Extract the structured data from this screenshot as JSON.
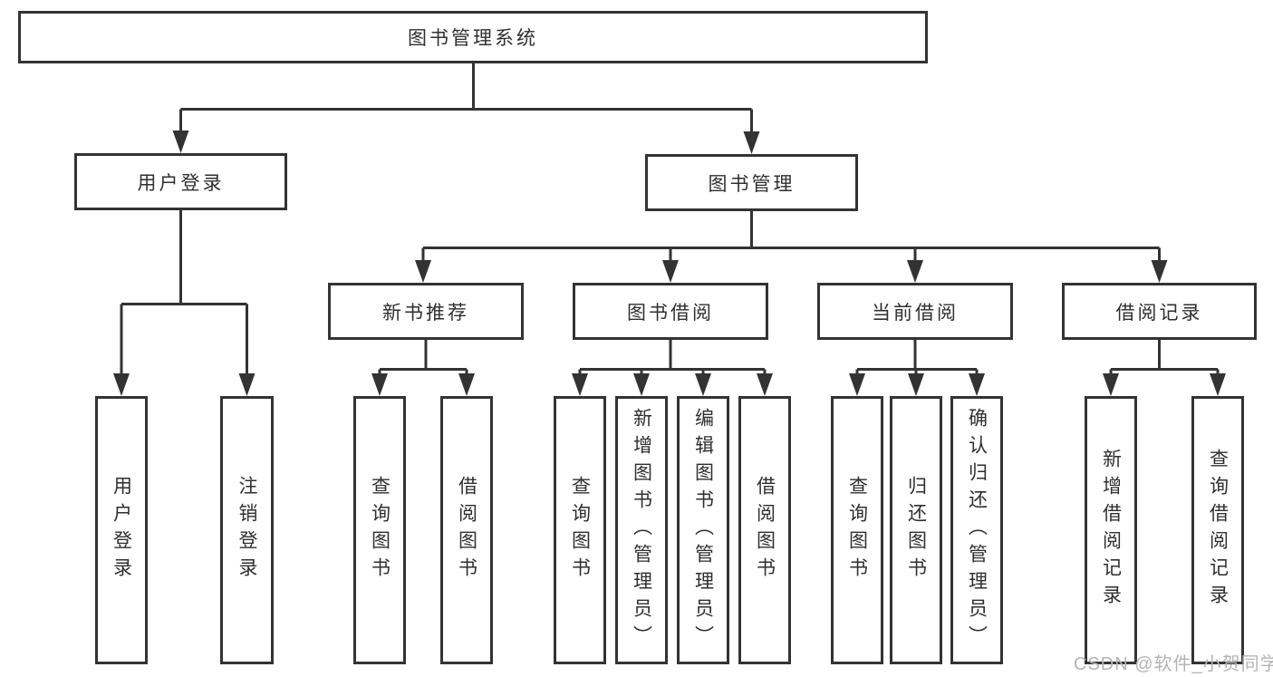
{
  "tree": {
    "root_label": "图书管理系统",
    "user_branch": {
      "label": "用户登录",
      "children": [
        {
          "label": "用户登录"
        },
        {
          "label": "注销登录"
        }
      ]
    },
    "book_branch": {
      "label": "图书管理",
      "groups": [
        {
          "label": "新书推荐",
          "children": [
            {
              "label": "查询图书"
            },
            {
              "label": "借阅图书"
            }
          ]
        },
        {
          "label": "图书借阅",
          "children": [
            {
              "label": "查询图书"
            },
            {
              "label": "新增图书（管理员）"
            },
            {
              "label": "编辑图书（管理员）"
            },
            {
              "label": "借阅图书"
            }
          ]
        },
        {
          "label": "当前借阅",
          "children": [
            {
              "label": "查询图书"
            },
            {
              "label": "归还图书"
            },
            {
              "label": "确认归还（管理员）"
            }
          ]
        },
        {
          "label": "借阅记录",
          "children": [
            {
              "label": "新增借阅记录"
            },
            {
              "label": "查询借阅记录"
            }
          ]
        }
      ]
    }
  },
  "watermark": "CSDN @软件_小贺同学",
  "colors": {
    "line": "#333333",
    "text": "#2f2f2f",
    "watermark": "#b4b4b4",
    "background": "#ffffff"
  }
}
